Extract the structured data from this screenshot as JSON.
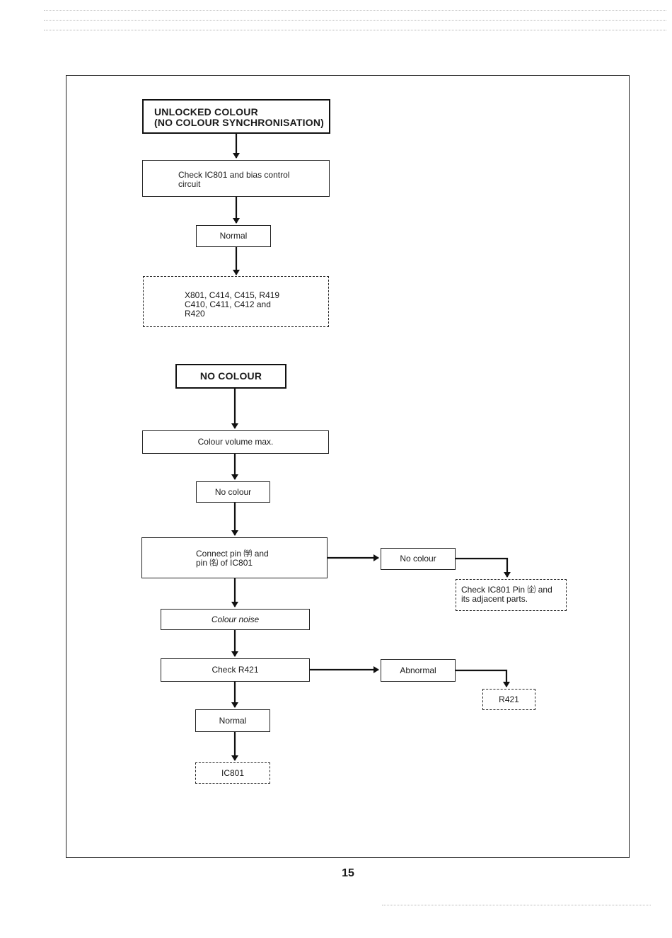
{
  "flow1": {
    "title": "UNLOCKED COLOUR\n(NO COLOUR SYNCHRONISATION)",
    "check": "Check IC801 and bias control\ncircuit",
    "normal": "Normal",
    "parts": "X801, C414, C415, R419\nC410, C411, C412 and\nR420"
  },
  "flow2": {
    "title": "NO COLOUR",
    "colour_volume": "Colour volume max.",
    "no_colour": "No colour",
    "connect_pins": "Connect pin  ㈻  and\npin  ㈴  of IC801",
    "no_colour_branch": "No colour",
    "check_pin": "Check IC801 Pin  ㈽  and\n its adjacent  parts.",
    "colour_noise": "Colour noise",
    "check_r421": "Check R421",
    "abnormal": "Abnormal",
    "r421": "R421",
    "normal": "Normal",
    "ic801": "IC801"
  },
  "page_number": "15"
}
